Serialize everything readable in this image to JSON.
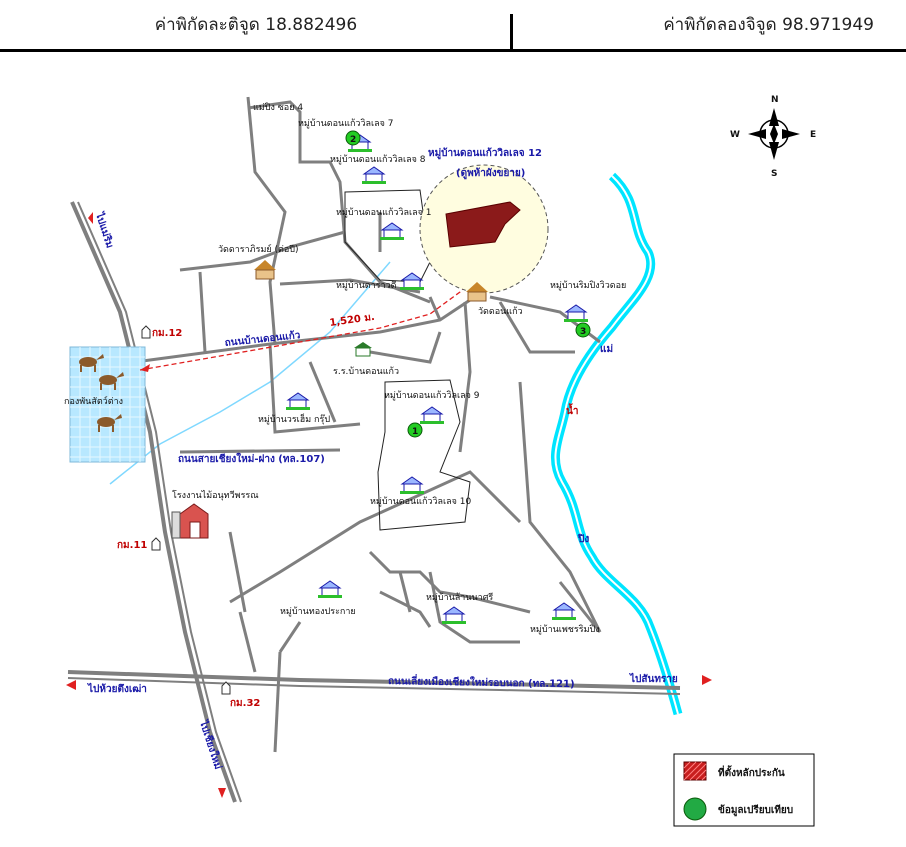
{
  "header": {
    "latitude": "ค่าพิกัดละติจูด 18.882496",
    "longitude": "ค่าพิกัดลองจิจูด 98.971949"
  },
  "compass": {
    "n": "N",
    "s": "S",
    "e": "E",
    "w": "W"
  },
  "villages": {
    "v7": "หมู่บ้านดอนแก้ววิลเลจ 7",
    "v8": "หมู่บ้านดอนแก้ววิลเลจ 8",
    "v1": "หมู่บ้านดอนแก้ววิลเลจ 1",
    "v12": "หมู่บ้านดอนแก้ววิลเลจ 12",
    "v12_sub": "(ดูพห้าผังขยาย)",
    "darawadee": "หมู่บ้านดาราวดี",
    "rimping": "หมู่บ้านริมปิงวิวดอย",
    "v9": "หมู่บ้านดอนแก้ววิลเลจ 9",
    "v10": "หมู่บ้านดอนแก้ววิลเลจ 10",
    "mworahem": "หมู่บ้านวรเฮ็ม กรุ๊ป",
    "thongprakai": "หมู่บ้านทองประกาย",
    "lanna": "หมู่บ้านล้านนาศรี",
    "phetrimping": "หมู่บ้านเพชรริมปิง"
  },
  "places": {
    "soi": "แม่ปิง ซอย 4",
    "wat_tharapirom": "วัดดาราภิรมย์ (ต่อปี)",
    "wat_donkaew": "วัดดอนแก้ว",
    "school": "ร.ร.บ้านดอนแก้ว",
    "horse_farm": "กองพันสัตว์ต่าง",
    "factory": "โรงงานไม้อนุทวีพรรณ"
  },
  "roads": {
    "donkaew": "ถนนบ้านดอนแก้ว",
    "cm_fang": "ถนนสายเชียงใหม่-ฝาง (ทล.107)",
    "outer_ring": "ถนนเลี่ยงเมืองเชียงใหม่รอบนอก (ทล.121)",
    "distance": "1,520 ม.",
    "km12": "กม.12",
    "km11": "กม.11",
    "km32": "กม.32"
  },
  "directions": {
    "mae_rim": "ไปแม่ริม",
    "huai_tueng_thao": "ไปห้วยตึงเฒ่า",
    "chiang_mai": "ไปเชียงใหม่",
    "san_sai": "ไปสันทราย"
  },
  "river": {
    "mae": "แม่",
    "nam": "น้ำ",
    "ping": "ปิง"
  },
  "markers": {
    "m1": "1",
    "m2": "2",
    "m3": "3"
  },
  "legend": {
    "collateral": "ที่ตั้งหลักประกัน",
    "comparison": "ข้อมูลเปรียบเทียบ"
  },
  "colors": {
    "road": "#7f7f7f",
    "river": "#00e5ff",
    "collateral": "#8b1a1a",
    "marker": "#22cc22",
    "label_blue": "#1a1aa8",
    "label_red": "#c00000"
  }
}
